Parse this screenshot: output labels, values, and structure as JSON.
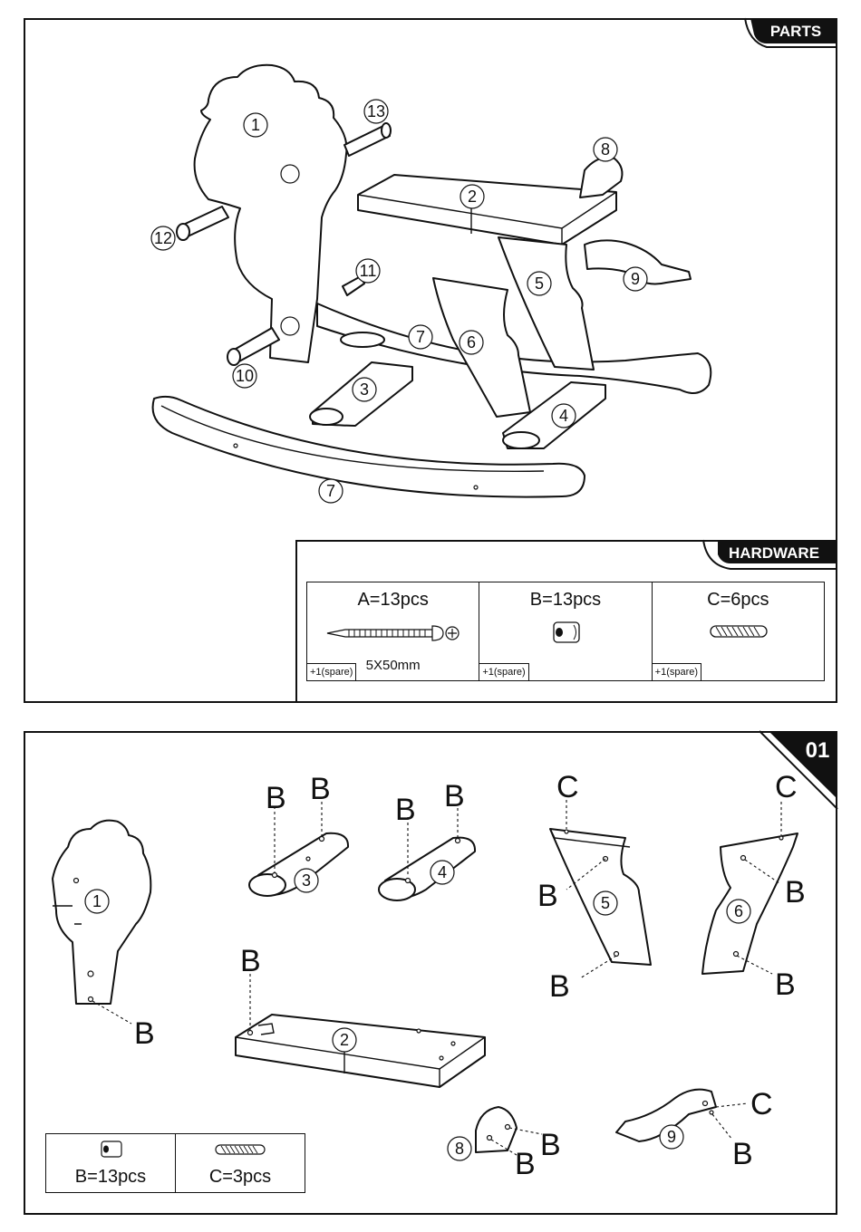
{
  "parts_section": {
    "tab_label": "PARTS",
    "part_numbers": [
      "1",
      "2",
      "3",
      "4",
      "5",
      "6",
      "7",
      "7",
      "8",
      "9",
      "10",
      "11",
      "12",
      "13"
    ]
  },
  "hardware_section": {
    "tab_label": "HARDWARE",
    "items": [
      {
        "id": "A",
        "quantity": "A=13pcs",
        "spare": "+1(spare)",
        "size": "5X50mm",
        "icon": "screw-icon"
      },
      {
        "id": "B",
        "quantity": "B=13pcs",
        "spare": "+1(spare)",
        "size": "",
        "icon": "cap-icon"
      },
      {
        "id": "C",
        "quantity": "C=6pcs",
        "spare": "+1(spare)",
        "size": "",
        "icon": "dowel-icon"
      }
    ]
  },
  "step_section": {
    "step_number": "01",
    "part_numbers": [
      "1",
      "2",
      "3",
      "4",
      "5",
      "6",
      "8",
      "9"
    ],
    "hardware_letters": {
      "b": "B",
      "c": "C"
    },
    "legend": [
      {
        "label": "B=13pcs",
        "icon": "cap-icon"
      },
      {
        "label": "C=3pcs",
        "icon": "dowel-icon"
      }
    ]
  },
  "colors": {
    "ink": "#111111",
    "paper": "#ffffff"
  }
}
